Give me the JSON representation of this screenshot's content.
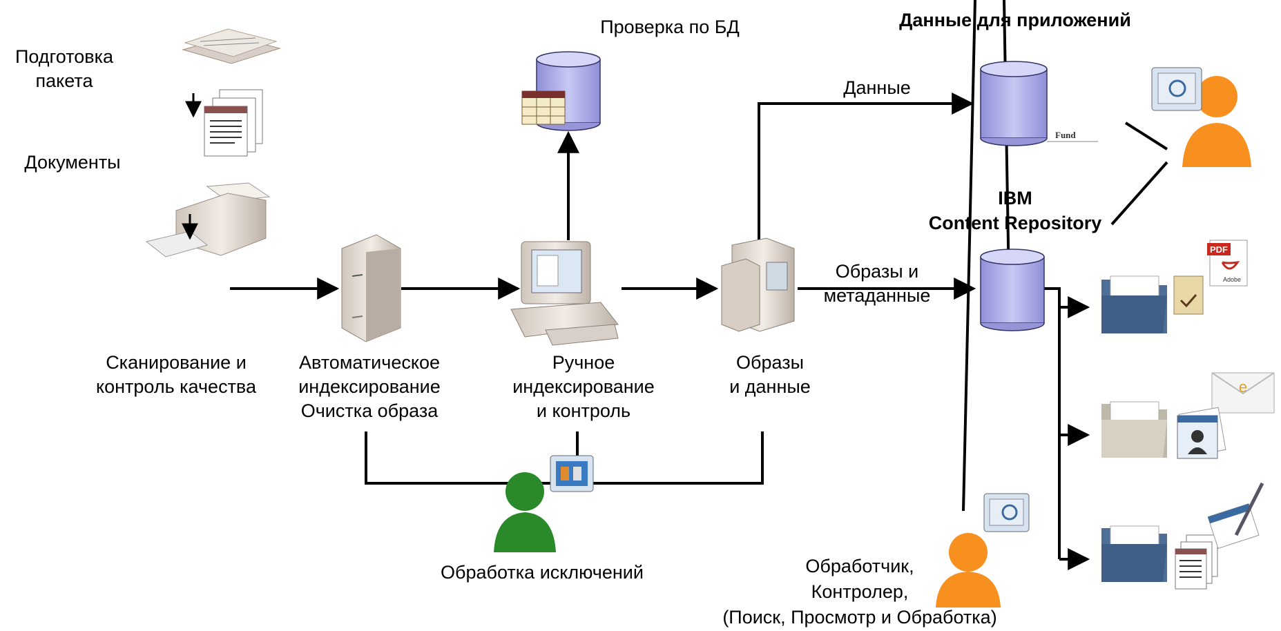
{
  "labels": {
    "package_prep": "Подготовка\nпакета",
    "documents": "Документы",
    "db_check": "Проверка по БД",
    "app_data": "Данные для приложений",
    "data": "Данные",
    "fund": "Fund",
    "ibm_line1": "IBM",
    "ibm_line2": "Content Repository",
    "images_meta": "Образы и\nметаданные",
    "scan_qc": "Сканирование и\nконтроль качества",
    "auto_index": "Автоматическое\nиндексирование\nОчистка образа",
    "manual_index": "Ручное\nиндексирование\nи контроль",
    "images_data": "Образы\nи данные",
    "exceptions": "Обработка исключений",
    "operator": "Обработчик,\nКонтролер,\n(Поиск, Просмотр и Обработка)",
    "pdf": "PDF",
    "adobe": "Adobe",
    "email_glyph": "e"
  },
  "colors": {
    "line": "#000000",
    "db_fill": "#b9b9ee",
    "db_stroke": "#333366",
    "person_orange": "#f7901e",
    "person_green": "#2a8a2a",
    "folder_blue": "#3f5f86",
    "folder_gray": "#cfcab8",
    "device_beige": "#e8e0d8"
  },
  "icons": [
    "paper-stack-icon",
    "documents-icon",
    "scanner-icon",
    "server-tower-icon",
    "workstation-icon",
    "server-cluster-icon",
    "database-icon",
    "person-icon",
    "monitor-icon",
    "folder-icon",
    "pdf-icon",
    "envelope-icon",
    "contact-card-icon",
    "signature-icon"
  ]
}
